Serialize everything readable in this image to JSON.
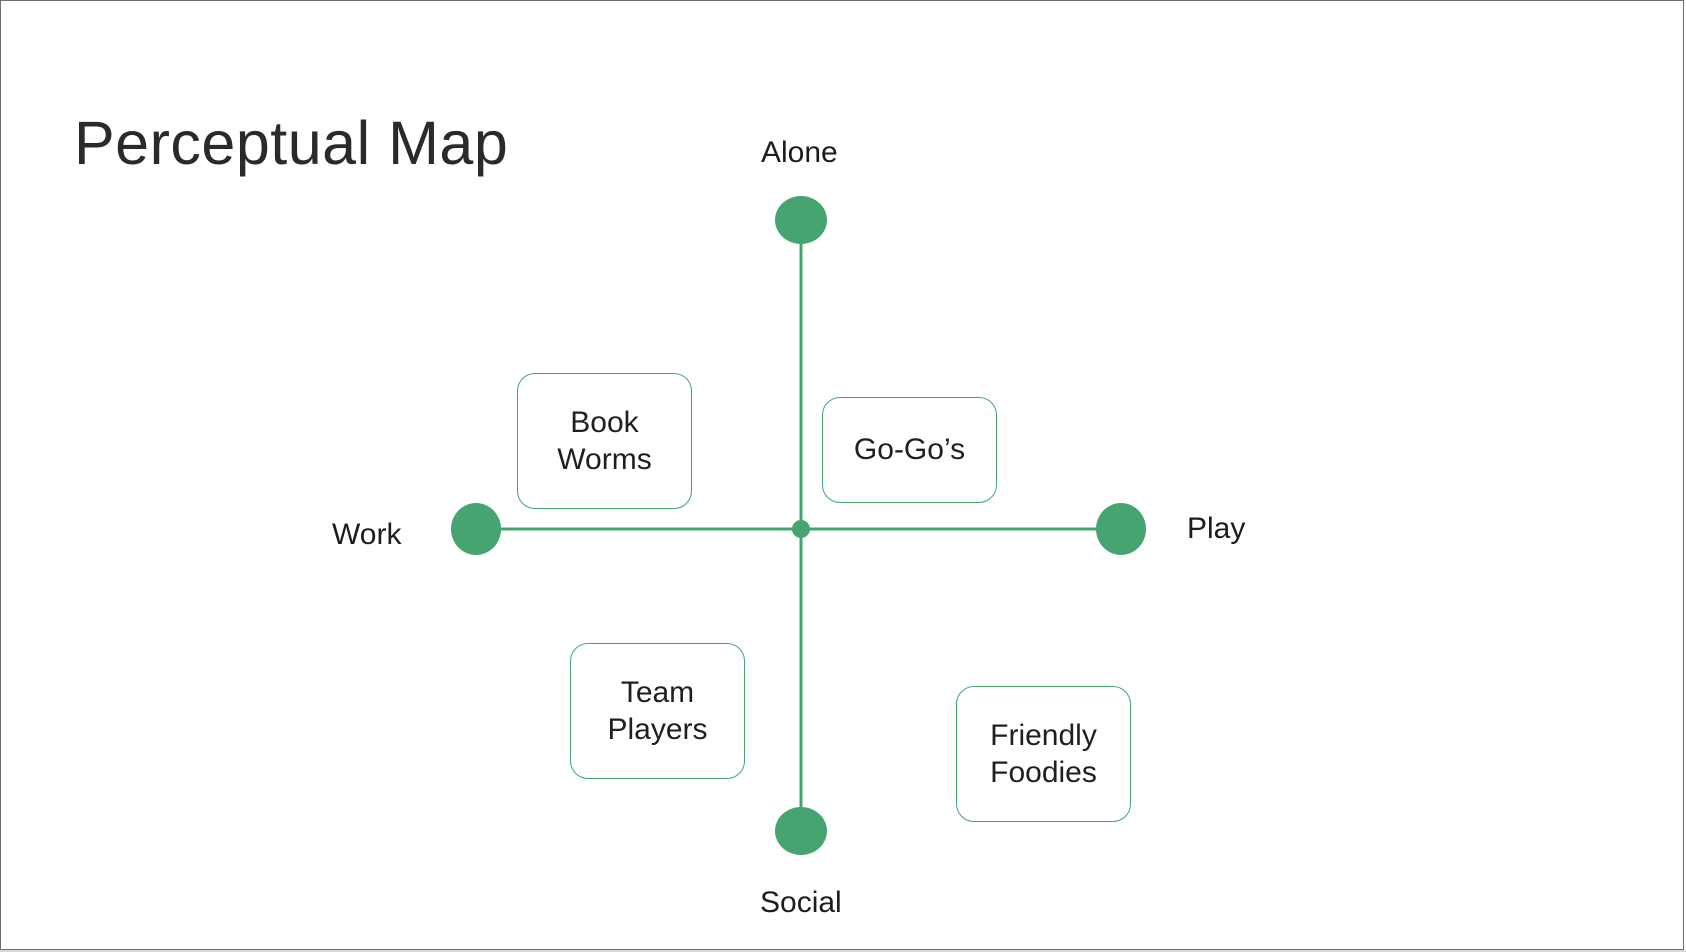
{
  "title": "Perceptual Map",
  "colors": {
    "accent": "#46a471",
    "text": "#1c1c1c",
    "background": "#ffffff"
  },
  "axes": {
    "top": "Alone",
    "bottom": "Social",
    "left": "Work",
    "right": "Play"
  },
  "clusters": [
    {
      "label": "Book\nWorms"
    },
    {
      "label": "Go-Go’s"
    },
    {
      "label": "Team\nPlayers"
    },
    {
      "label": "Friendly\nFoodies"
    }
  ]
}
